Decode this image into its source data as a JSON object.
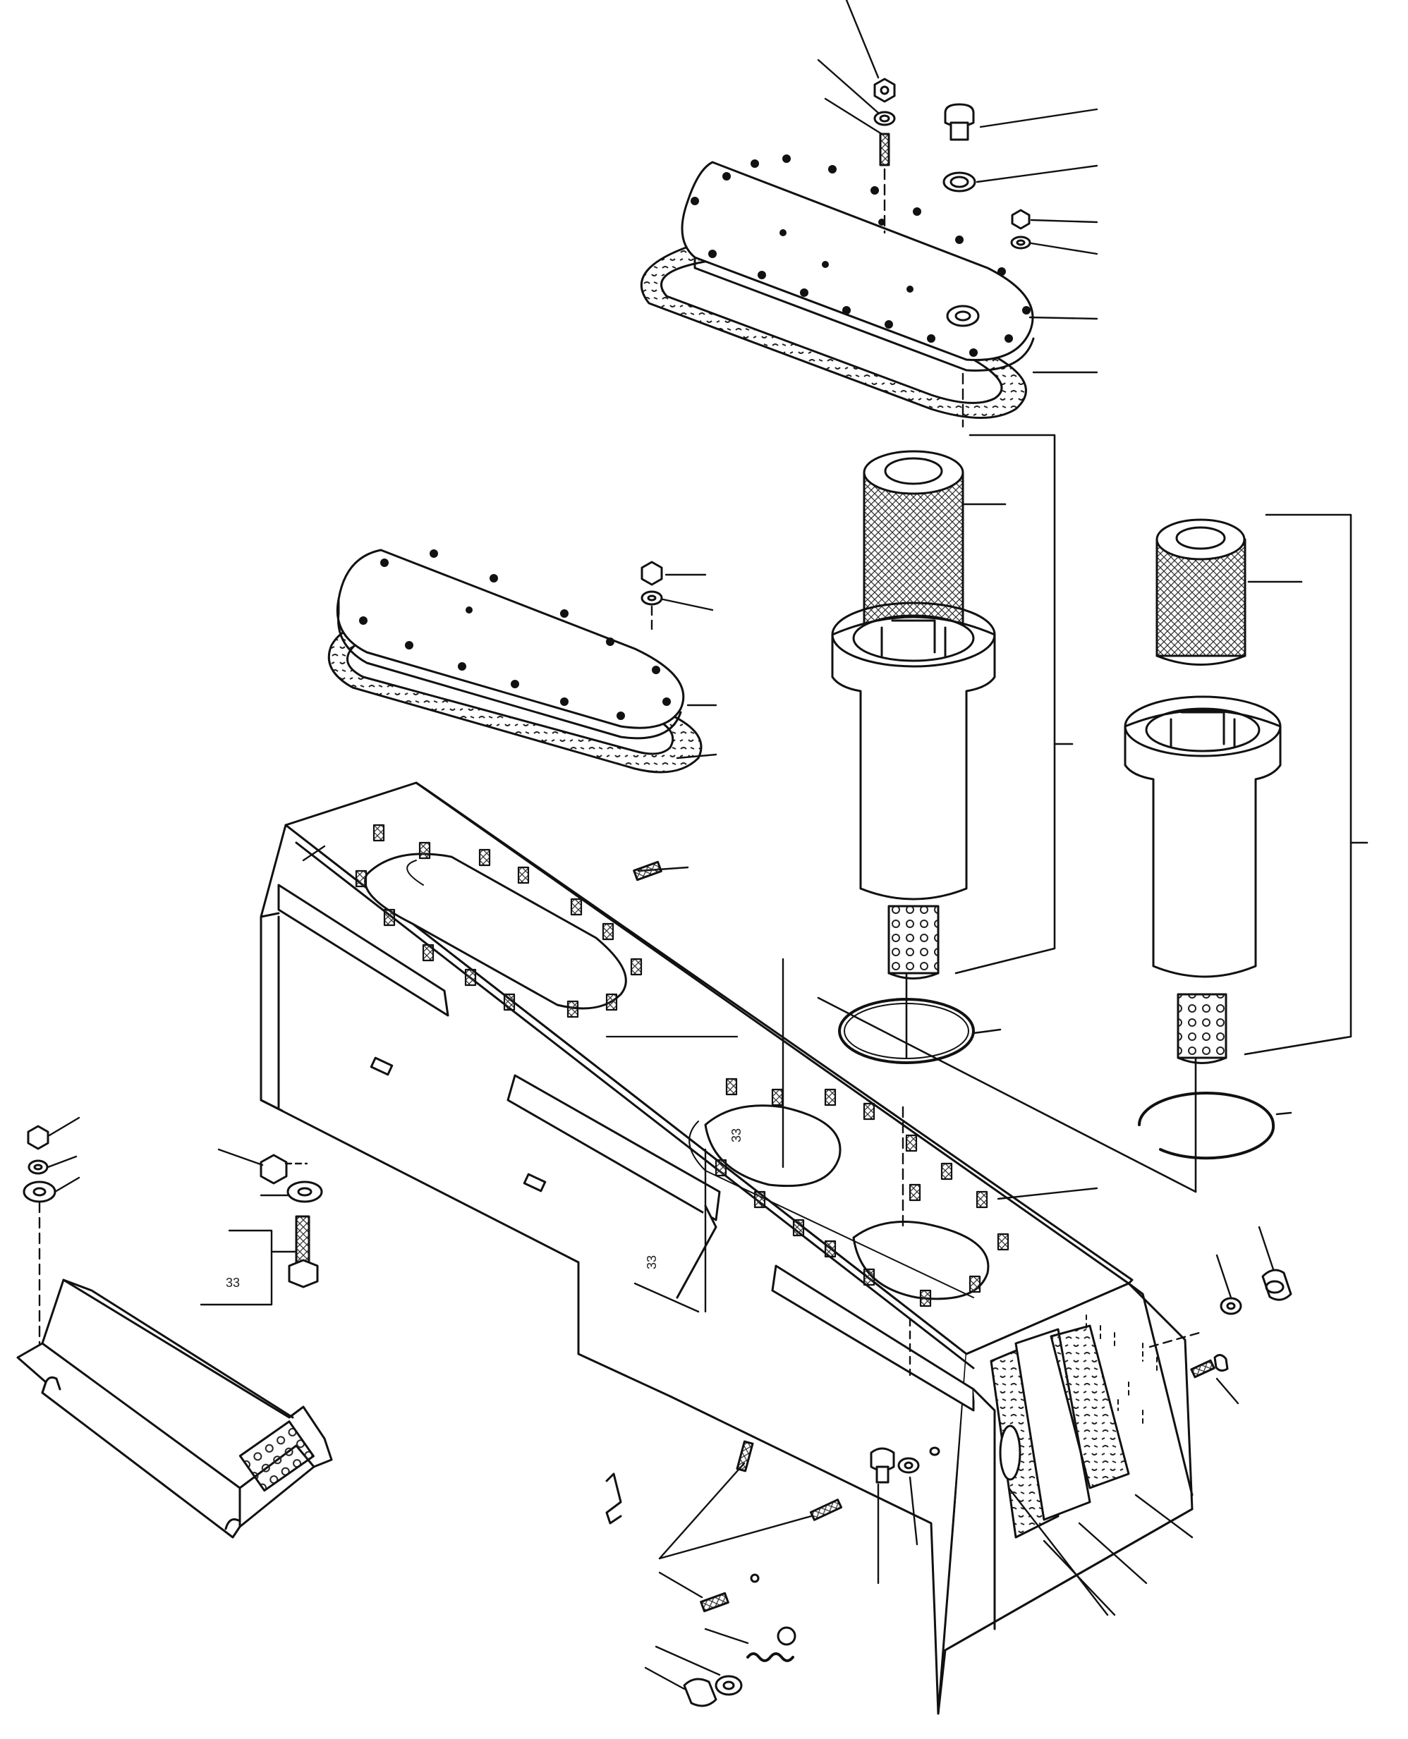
{
  "diagram": {
    "type": "exploded parts view",
    "colors": {
      "background": "#ffffff",
      "line": "#111111",
      "hatch": "#333333"
    },
    "annotations": [
      {
        "id": "label-a",
        "text": "33"
      },
      {
        "id": "label-b",
        "text": "33"
      },
      {
        "id": "label-c",
        "text": "33"
      }
    ],
    "parts": [
      "fill-plug",
      "sealing-washer",
      "nut",
      "lock-washer",
      "stud",
      "cover-plate",
      "gasket",
      "filter-element",
      "strainer-housing",
      "o-ring",
      "hydraulic-tank",
      "guard-plate",
      "cap-screw",
      "inspection-cover",
      "drain-plug",
      "check-valve-spring"
    ]
  }
}
